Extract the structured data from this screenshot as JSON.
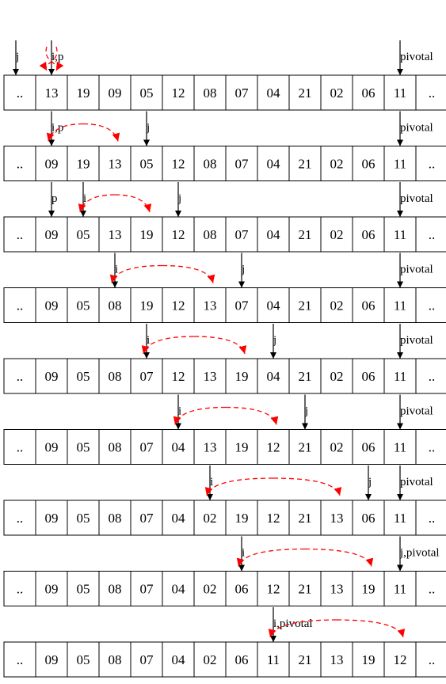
{
  "colors": {
    "swap_arrow": "#ff0000",
    "pointer_arrow": "#000000",
    "cell_border": "#000000"
  },
  "steps": [
    {
      "cells": [
        "..",
        "13",
        "19",
        "09",
        "05",
        "12",
        "08",
        "07",
        "04",
        "21",
        "02",
        "06",
        "11",
        ".."
      ],
      "pointers": [
        {
          "cell": 0,
          "label": "j"
        },
        {
          "cell": 1,
          "label": "i,p"
        },
        {
          "cell": 12,
          "label": "pivotal"
        }
      ],
      "swap": {
        "from": 1,
        "to": 1
      }
    },
    {
      "cells": [
        "..",
        "09",
        "19",
        "13",
        "05",
        "12",
        "08",
        "07",
        "04",
        "21",
        "02",
        "06",
        "11",
        ".."
      ],
      "pointers": [
        {
          "cell": 1,
          "label": "i,p"
        },
        {
          "cell": 4,
          "label": "j"
        },
        {
          "cell": 12,
          "label": "pivotal"
        }
      ],
      "swap": {
        "from": 1,
        "to": 3
      }
    },
    {
      "cells": [
        "..",
        "09",
        "05",
        "13",
        "19",
        "12",
        "08",
        "07",
        "04",
        "21",
        "02",
        "06",
        "11",
        ".."
      ],
      "pointers": [
        {
          "cell": 1,
          "label": "p"
        },
        {
          "cell": 2,
          "label": "i"
        },
        {
          "cell": 5,
          "label": "j"
        },
        {
          "cell": 12,
          "label": "pivotal"
        }
      ],
      "swap": {
        "from": 2,
        "to": 4
      }
    },
    {
      "cells": [
        "..",
        "09",
        "05",
        "08",
        "19",
        "12",
        "13",
        "07",
        "04",
        "21",
        "02",
        "06",
        "11",
        ".."
      ],
      "pointers": [
        {
          "cell": 3,
          "label": "i"
        },
        {
          "cell": 7,
          "label": "j"
        },
        {
          "cell": 12,
          "label": "pivotal"
        }
      ],
      "swap": {
        "from": 3,
        "to": 6
      }
    },
    {
      "cells": [
        "..",
        "09",
        "05",
        "08",
        "07",
        "12",
        "13",
        "19",
        "04",
        "21",
        "02",
        "06",
        "11",
        ".."
      ],
      "pointers": [
        {
          "cell": 4,
          "label": "i"
        },
        {
          "cell": 8,
          "label": "j"
        },
        {
          "cell": 12,
          "label": "pivotal"
        }
      ],
      "swap": {
        "from": 4,
        "to": 7
      }
    },
    {
      "cells": [
        "..",
        "09",
        "05",
        "08",
        "07",
        "04",
        "13",
        "19",
        "12",
        "21",
        "02",
        "06",
        "11",
        ".."
      ],
      "pointers": [
        {
          "cell": 5,
          "label": "i"
        },
        {
          "cell": 9,
          "label": "j"
        },
        {
          "cell": 12,
          "label": "pivotal"
        }
      ],
      "swap": {
        "from": 5,
        "to": 8
      }
    },
    {
      "cells": [
        "..",
        "09",
        "05",
        "08",
        "07",
        "04",
        "02",
        "19",
        "12",
        "21",
        "13",
        "06",
        "11",
        ".."
      ],
      "pointers": [
        {
          "cell": 6,
          "label": "i"
        },
        {
          "cell": 11,
          "label": "j"
        },
        {
          "cell": 12,
          "label": "pivotal"
        }
      ],
      "swap": {
        "from": 6,
        "to": 10
      }
    },
    {
      "cells": [
        "..",
        "09",
        "05",
        "08",
        "07",
        "04",
        "02",
        "06",
        "12",
        "21",
        "13",
        "19",
        "11",
        ".."
      ],
      "pointers": [
        {
          "cell": 7,
          "label": "i"
        },
        {
          "cell": 12,
          "label": "j,pivotal"
        }
      ],
      "swap": {
        "from": 7,
        "to": 11
      }
    },
    {
      "cells": [
        "..",
        "09",
        "05",
        "08",
        "07",
        "04",
        "02",
        "06",
        "11",
        "21",
        "13",
        "19",
        "12",
        ".."
      ],
      "pointers": [
        {
          "cell": 8,
          "label": "i,pivotal"
        }
      ],
      "swap": {
        "from": 8,
        "to": 12
      }
    }
  ]
}
